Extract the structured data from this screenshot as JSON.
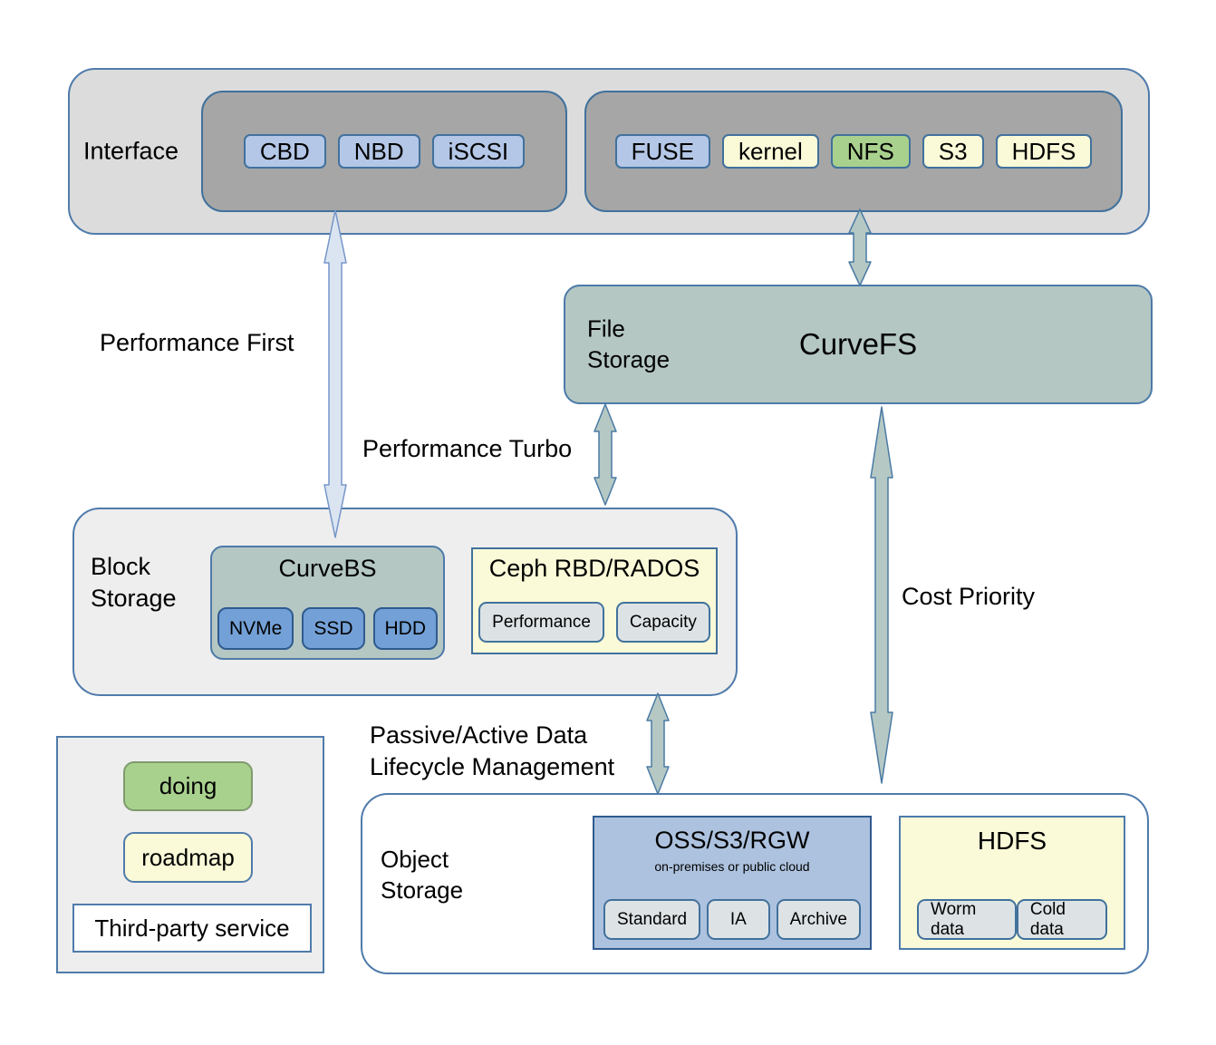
{
  "palette": {
    "container_gray": "#dcdcdc",
    "container_dark_gray": "#a6a6a6",
    "container_light_gray": "#eeeeee",
    "sage_green": "#b4c7c3",
    "pale_yellow": "#fafad8",
    "doing_green": "#a9d18e",
    "light_blue": "#b4c7e7",
    "medium_blue": "#73a0d6",
    "oss_blue": "#adc2de",
    "button_gray": "#dde3e5",
    "border_steel": "#4f7bab",
    "border_blue": "#41719c",
    "border_dark_blue": "#2f5a8f",
    "border_sage": "#4d7aa9",
    "border_doing": "#7f9b6d",
    "arrow_blue_fill": "#dbe5f2",
    "arrow_blue_stroke": "#7796c8",
    "arrow_green_fill": "#b5c8c4",
    "arrow_green_stroke": "#4a7aa4"
  },
  "interface": {
    "label": "Interface",
    "block_buttons": [
      {
        "label": "CBD",
        "variant": "blue"
      },
      {
        "label": "NBD",
        "variant": "blue"
      },
      {
        "label": "iSCSI",
        "variant": "blue"
      }
    ],
    "file_buttons": [
      {
        "label": "FUSE",
        "variant": "blue"
      },
      {
        "label": "kernel",
        "variant": "yellow"
      },
      {
        "label": "NFS",
        "variant": "green"
      },
      {
        "label": "S3",
        "variant": "yellow"
      },
      {
        "label": "HDFS",
        "variant": "yellow"
      }
    ]
  },
  "file_storage": {
    "label_line1": "File",
    "label_line2": "Storage",
    "product": "CurveFS"
  },
  "block_storage": {
    "label_line1": "Block",
    "label_line2": "Storage",
    "curvebs": {
      "title": "CurveBS",
      "buttons": [
        "NVMe",
        "SSD",
        "HDD"
      ]
    },
    "ceph": {
      "title": "Ceph RBD/RADOS",
      "buttons": [
        "Performance",
        "Capacity"
      ]
    }
  },
  "object_storage": {
    "label_line1": "Object",
    "label_line2": "Storage",
    "oss": {
      "title": "OSS/S3/RGW",
      "subtitle": "on-premises or public cloud",
      "buttons": [
        "Standard",
        "IA",
        "Archive"
      ]
    },
    "hdfs": {
      "title": "HDFS",
      "buttons": [
        "Worm data",
        "Cold data"
      ]
    }
  },
  "arrows": {
    "performance_first": "Performance First",
    "performance_turbo": "Performance Turbo",
    "cost_priority": "Cost Priority",
    "lifecycle_line1": "Passive/Active Data",
    "lifecycle_line2": "Lifecycle Management"
  },
  "legend": {
    "doing": "doing",
    "roadmap": "roadmap",
    "third_party": "Third-party service"
  }
}
